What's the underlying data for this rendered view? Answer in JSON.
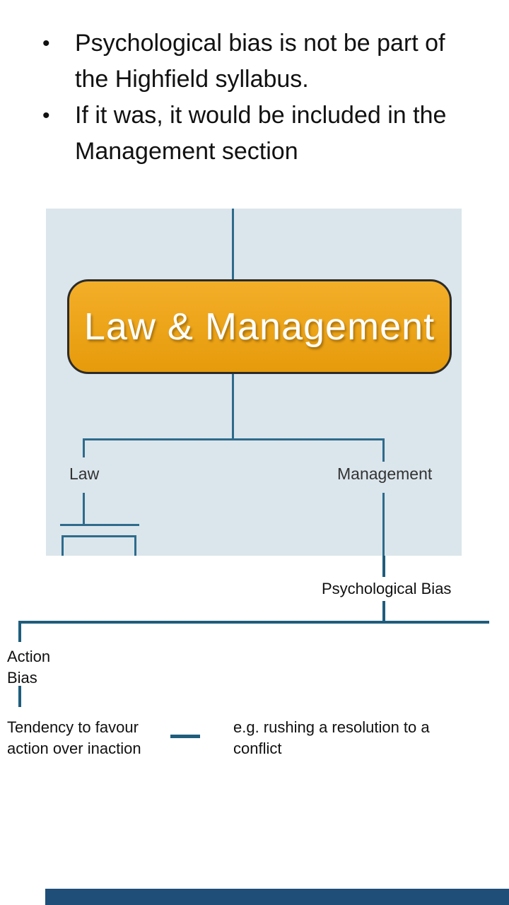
{
  "colors": {
    "line_outer": "#1f5d7c",
    "line_inner": "#2e6b8c",
    "image_bg": "#dbe6ec",
    "node_fill": "#f2a30b",
    "node_border": "#2b2b2b",
    "node_text": "#ffffff",
    "bottom_bar": "#1f4e79",
    "text": "#111111",
    "label_text": "#333333"
  },
  "bullets": {
    "glyph": "•",
    "items": [
      "Psychological bias is not be part of the Highfield syllabus.",
      "If it was, it would be included in the Management section"
    ]
  },
  "org_chart": {
    "root": "Law & Management",
    "children": [
      "Law",
      "Management"
    ]
  },
  "annotations": {
    "node": "Psychological Bias",
    "sub_node": "Action Bias",
    "definition": "Tendency to favour action over inaction",
    "example": "e.g. rushing a resolution to a conflict"
  }
}
